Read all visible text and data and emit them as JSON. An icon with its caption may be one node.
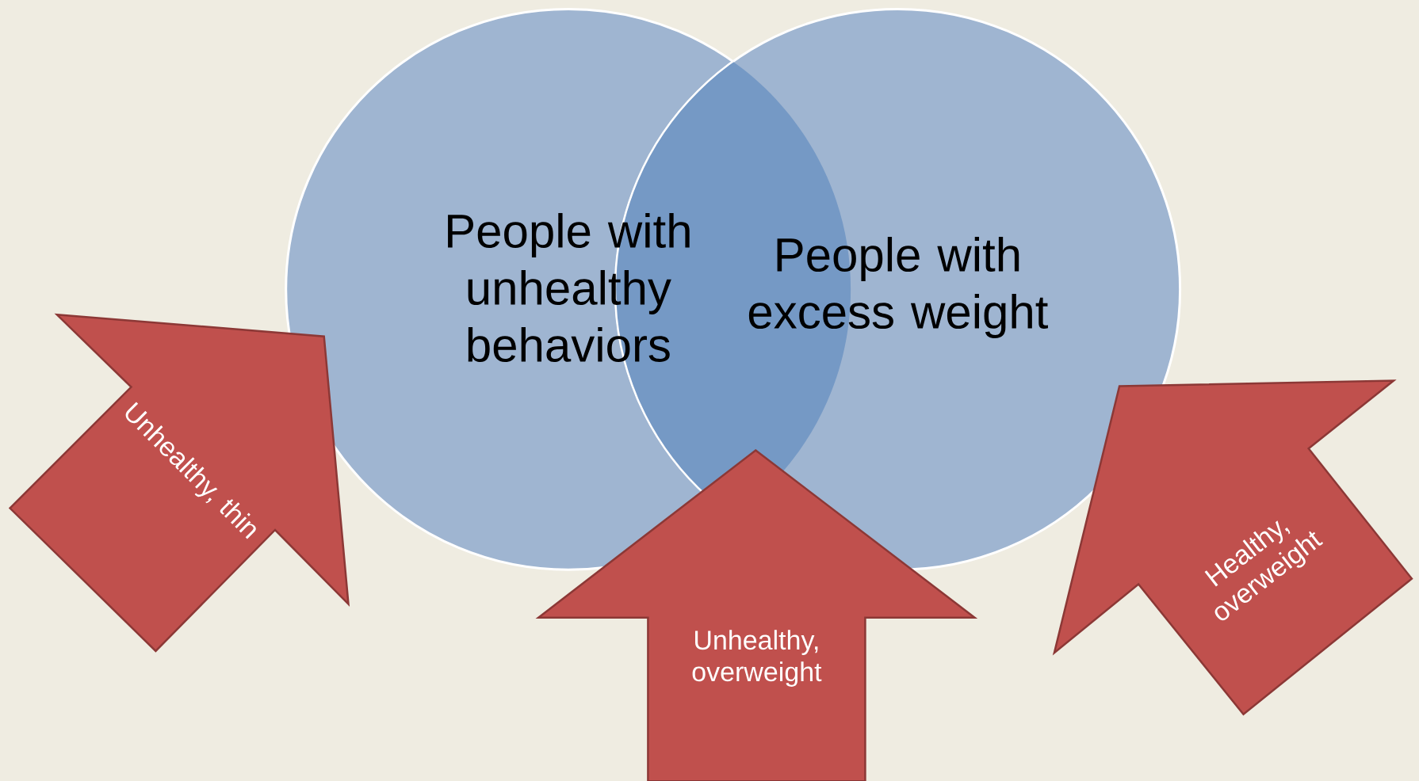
{
  "diagram": {
    "nodes": [
      {
        "text": [
          "People with unhealthy behaviors"
        ]
      },
      {
        "text": [
          "People with excess weight"
        ]
      },
      {
        "text": [
          "Unhealthy, thin"
        ]
      },
      {
        "text": [
          "Unhealthy, overweight"
        ]
      },
      {
        "text": [
          "Healthy, overweight"
        ]
      }
    ]
  }
}
